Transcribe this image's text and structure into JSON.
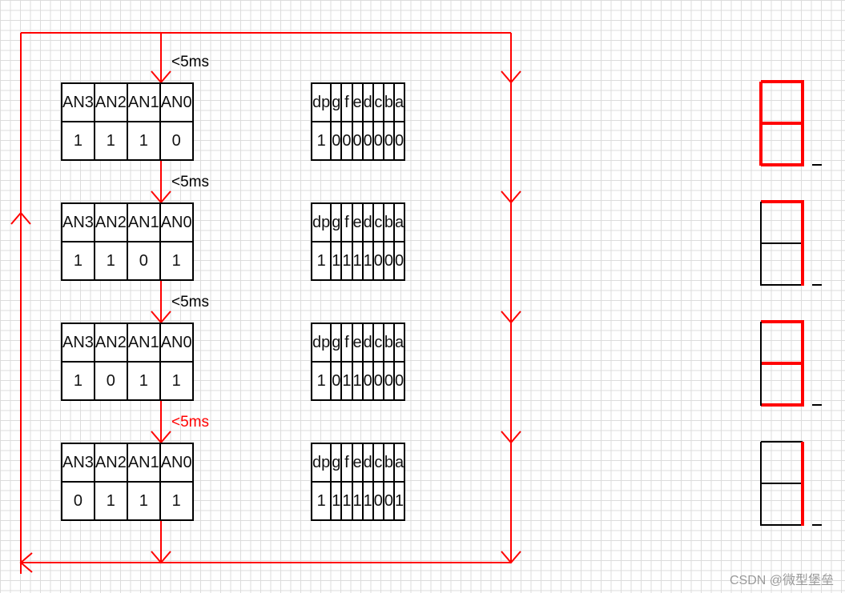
{
  "colors": {
    "accent": "#ff0000",
    "line": "#000000",
    "grid": "#dcdcdc"
  },
  "stages": [
    {
      "delay": "<5ms",
      "delay_color": "#000000",
      "an_headers": [
        "AN3",
        "AN2",
        "AN1",
        "AN0"
      ],
      "an_values": [
        "1",
        "1",
        "1",
        "0"
      ],
      "seg_headers": [
        "dp",
        "g",
        "f",
        "e",
        "d",
        "c",
        "b",
        "a"
      ],
      "seg_values": [
        "1",
        "0",
        "0",
        "0",
        "0",
        "0",
        "0",
        "0"
      ],
      "display_digit": "8",
      "lit_segments": [
        "a",
        "b",
        "c",
        "d",
        "e",
        "f",
        "g"
      ]
    },
    {
      "delay": "<5ms",
      "delay_color": "#000000",
      "an_headers": [
        "AN3",
        "AN2",
        "AN1",
        "AN0"
      ],
      "an_values": [
        "1",
        "1",
        "0",
        "1"
      ],
      "seg_headers": [
        "dp",
        "g",
        "f",
        "e",
        "d",
        "c",
        "b",
        "a"
      ],
      "seg_values": [
        "1",
        "1",
        "1",
        "1",
        "1",
        "0",
        "0",
        "0"
      ],
      "display_digit": "7",
      "lit_segments": [
        "a",
        "b",
        "c"
      ]
    },
    {
      "delay": "<5ms",
      "delay_color": "#000000",
      "an_headers": [
        "AN3",
        "AN2",
        "AN1",
        "AN0"
      ],
      "an_values": [
        "1",
        "0",
        "1",
        "1"
      ],
      "seg_headers": [
        "dp",
        "g",
        "f",
        "e",
        "d",
        "c",
        "b",
        "a"
      ],
      "seg_values": [
        "1",
        "0",
        "1",
        "1",
        "0",
        "0",
        "0",
        "0"
      ],
      "display_digit": "3",
      "lit_segments": [
        "a",
        "b",
        "c",
        "d",
        "g"
      ]
    },
    {
      "delay": "<5ms",
      "delay_color": "#ff0000",
      "an_headers": [
        "AN3",
        "AN2",
        "AN1",
        "AN0"
      ],
      "an_values": [
        "0",
        "1",
        "1",
        "1"
      ],
      "seg_headers": [
        "dp",
        "g",
        "f",
        "e",
        "d",
        "c",
        "b",
        "a"
      ],
      "seg_values": [
        "1",
        "1",
        "1",
        "1",
        "1",
        "0",
        "0",
        "1"
      ],
      "display_digit": "1",
      "lit_segments": [
        "b",
        "c"
      ]
    }
  ],
  "watermark": "CSDN @微型堡垒"
}
